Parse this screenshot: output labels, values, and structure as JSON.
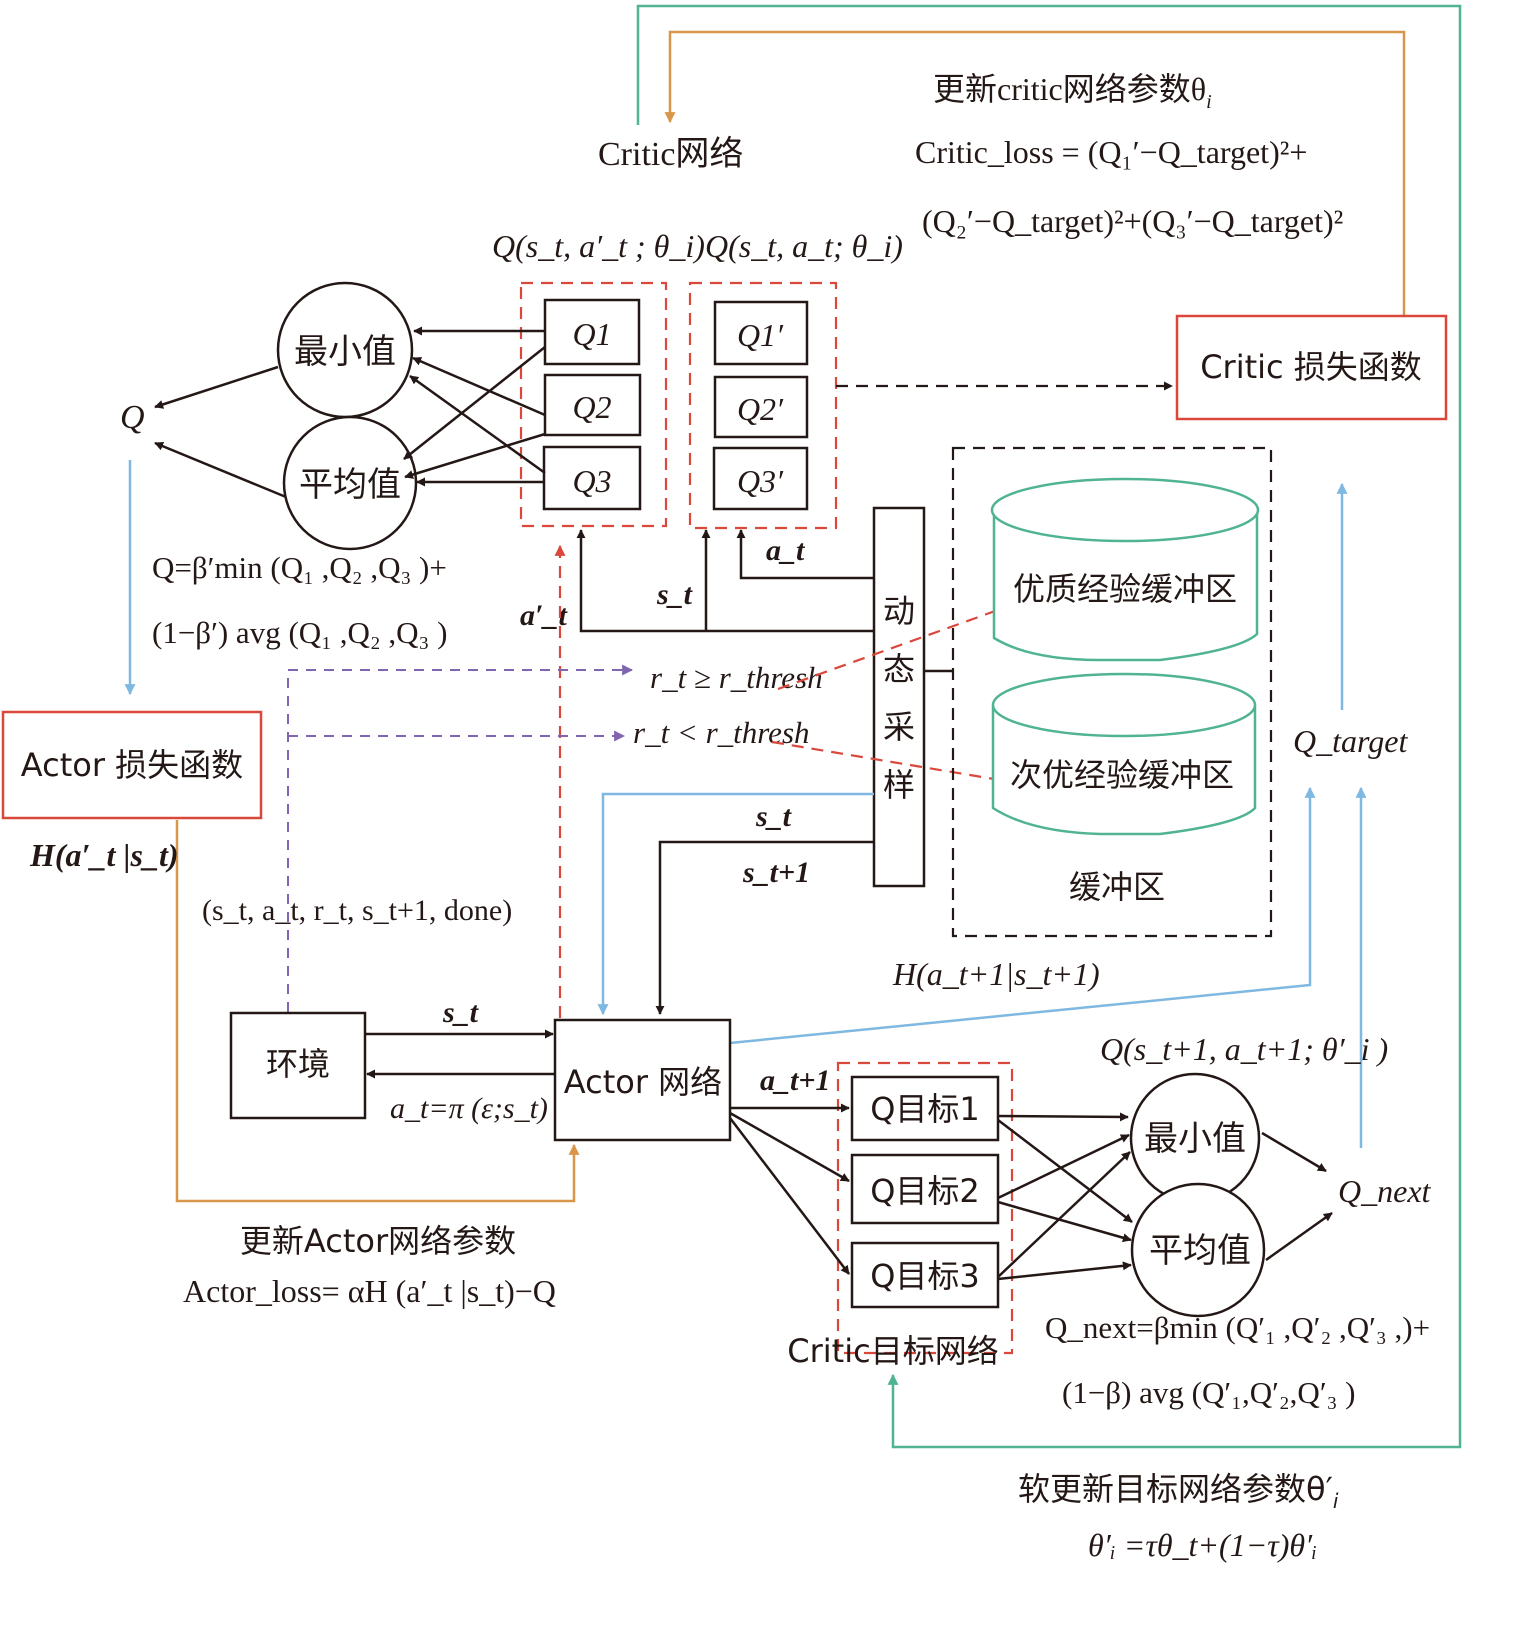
{
  "colors": {
    "ink": "#231815",
    "red": "#d9483b",
    "blue": "#7fb8e0",
    "orange": "#d9964a",
    "green": "#4fb394",
    "purple": "#8066b0"
  },
  "critic": {
    "network_label": "Critic网络",
    "update_title": "更新critic网络参数θ",
    "update_title_sub": "i",
    "loss_line1": "Critic_loss = (Q₁′−Q_target)²+",
    "loss_line2": "(Q₂′−Q_target)²+(Q₃′−Q_target)²",
    "loss_box": "Critic 损失函数",
    "q_label_left": "Q(s_t, a′_t ; θ_i)",
    "q_label_right": "Q(s_t, a_t; θ_i)",
    "q_left": [
      "Q1",
      "Q2",
      "Q3"
    ],
    "q_right": [
      "Q1′",
      "Q2′",
      "Q3′"
    ]
  },
  "left_aggregate": {
    "min_label": "最小值",
    "avg_label": "平均值",
    "q_output": "Q",
    "formula_line1": "Q=β′min (Q₁ ,Q₂ ,Q₃ )+",
    "formula_line2": "(1−β′) avg (Q₁ ,Q₂ ,Q₃ )"
  },
  "actor": {
    "loss_box": "Actor 损失函数",
    "entropy_label": "H(a′_t |s_t)",
    "network_label": "Actor 网络",
    "update_title": "更新Actor网络参数",
    "loss_formula": "Actor_loss= αH (a′_t |s_t)−Q"
  },
  "env": {
    "label": "环境",
    "state_label": "s_t",
    "action_label": "a_t=π (ε;s_t)",
    "transition_label": "(s_t, a_t, r_t, s_t+1, done)"
  },
  "sampling": {
    "label_chars": [
      "动",
      "态",
      "采",
      "样"
    ],
    "s_t_top": "s_t",
    "a_t": "a_t",
    "a_prime": "a′_t",
    "s_t_mid": "s_t",
    "s_t1": "s_t+1",
    "cond_high": "r_t ≥ r_thresh",
    "cond_low": "r_t < r_thresh"
  },
  "buffer": {
    "high_quality": "优质经验缓冲区",
    "low_quality": "次优经验缓冲区",
    "label": "缓冲区"
  },
  "target": {
    "q_target": "Q_target",
    "entropy_next": "H(a_t+1|s_t+1)",
    "q_next_label": "Q(s_t+1, a_t+1; θ′_i )",
    "a_next": "a_t+1",
    "boxes": [
      "Q目标1",
      "Q目标2",
      "Q目标3"
    ],
    "network_label": "Critic目标网络",
    "min_label": "最小值",
    "avg_label": "平均值",
    "q_next": "Q_next",
    "formula_line1": "Q_next=βmin (Q′₁ ,Q′₂ ,Q′₃ ,)+",
    "formula_line2": "(1−β) avg (Q′₁,Q′₂,Q′₃ )",
    "soft_update_title": "软更新目标网络参数θ′",
    "soft_update_sub": "i",
    "soft_update_formula": "θ′ᵢ =τθ_t+(1−τ)θ′ᵢ"
  }
}
